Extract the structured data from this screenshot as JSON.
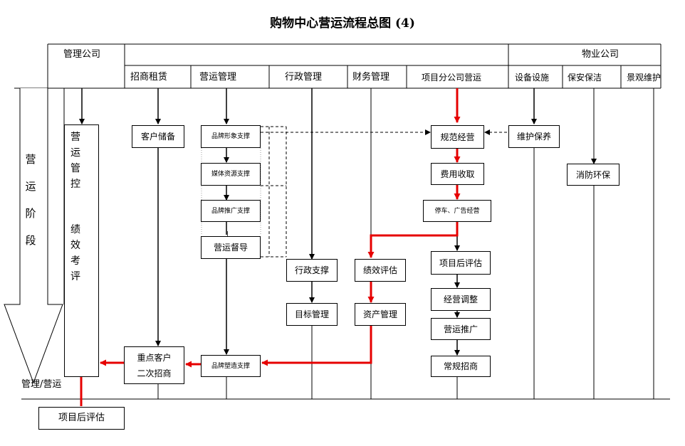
{
  "title": "购物中心营运流程总图 (4)",
  "headers": {
    "management_company": "管理公司",
    "property_company": "物业公司",
    "departments": [
      "招商租赁",
      "营运管理",
      "行政管理",
      "财务管理",
      "项目分公司营运",
      "设备设施",
      "保安保洁",
      "景观维护"
    ]
  },
  "stage": {
    "label_chars": [
      "营",
      "运",
      "阶",
      "段"
    ],
    "bottom_label": "管理/营运"
  },
  "control": {
    "chars_top": [
      "营",
      "运",
      "管",
      "控"
    ],
    "chars_bottom": [
      "绩",
      "效",
      "考",
      "评"
    ]
  },
  "boxes": {
    "customer_reserve": "客户储备",
    "brand_image": "品牌形象支撑",
    "media_resource": "媒体资源支撑",
    "brand_promo": "品牌推广支撑",
    "ops_supervision": "营运督导",
    "admin_support": "行政支撑",
    "target_mgmt": "目标管理",
    "perf_eval": "绩效评估",
    "asset_mgmt": "资产管理",
    "standard_ops": "规范经营",
    "fee_collection": "费用收取",
    "parking_ads": "停车、广告经营",
    "post_eval": "项目后评估",
    "ops_adjust": "经营调整",
    "ops_promo": "营运推广",
    "regular_leasing": "常规招商",
    "maintenance": "维护保养",
    "fire_safety": "消防环保",
    "key_customer_l1": "重点客户",
    "key_customer_l2": "二次招商",
    "brand_build": "品牌塑造支撑",
    "project_post_eval": "项目后评估"
  },
  "colors": {
    "flow_line": "#000000",
    "key_flow": "#e60000",
    "background": "#ffffff"
  }
}
